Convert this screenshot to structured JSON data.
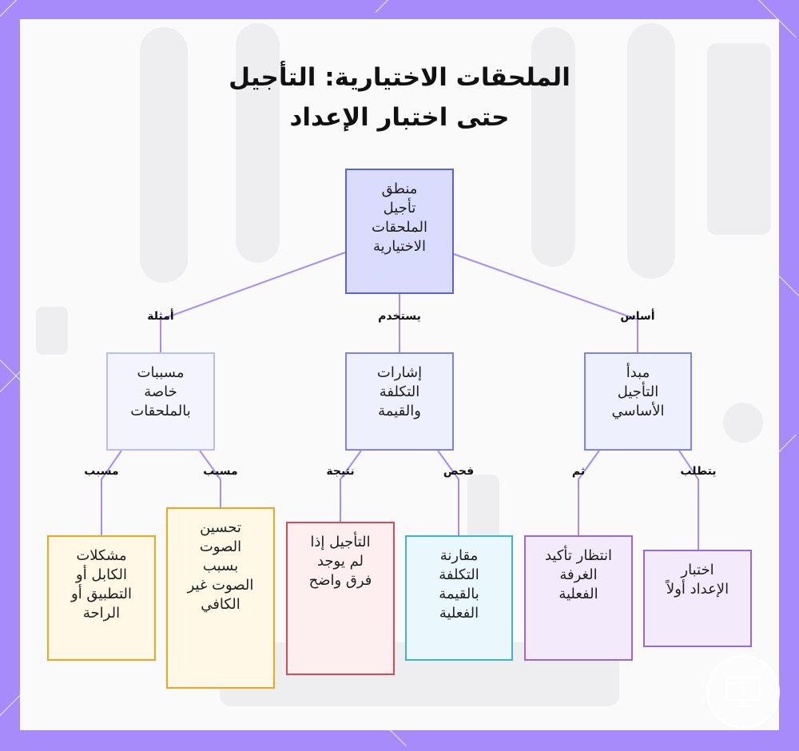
{
  "diagram": {
    "title": "الملحقات الاختيارية: التأجيل\nحتى اختبار الإعداد",
    "colors": {
      "frame": "#a78bfa",
      "edge": "#a78bfa",
      "root_fill": "#d9dcfd",
      "root_border": "#5b63d6",
      "category_fill": "#eef0fe",
      "category_border": "#7c86e0",
      "category_light_border": "#b7bff0",
      "orange_fill": "#fff8e6",
      "orange_border": "#f0a51e",
      "red_fill": "#fdeef0",
      "red_border": "#d94a56",
      "blue_fill": "#eaf7fd",
      "blue_border": "#3fb2db",
      "purple_fill": "#f3eafc",
      "purple_border": "#9b66d8"
    },
    "nodes": {
      "root": "منطق\nتأجيل\nالملحقات\nالاختيارية",
      "principle": "مبدأ\nالتأجيل\nالأساسي",
      "signals": "إشارات\nالتكلفة\nوالقيمة",
      "causes": "مسببات\nخاصة\nبالملحقات",
      "test_setup": "اختبار\nالإعداد أولاً",
      "wait_room": "انتظار تأكيد\nالغرفة\nالفعلية",
      "compare": "مقارنة\nالتكلفة\nبالقيمة\nالفعلية",
      "defer_if": "التأجيل إذا\nلم يوجد\nفرق واضح",
      "improve_sound": "تحسين\nالصوت\nبسبب\nالصوت غير\nالكافي",
      "cable_issues": "مشكلات\nالكابل أو\nالتطبيق أو\nالراحة"
    },
    "edges": {
      "basis": "أساس",
      "uses": "يستخدم",
      "examples": "أمثلة",
      "requires": "يتطلب",
      "then": "ثم",
      "check": "فحص",
      "result": "نتيجة",
      "cause_1": "مسبب",
      "cause_2": "مسبب"
    },
    "badge_icon": "monitor-icon"
  }
}
